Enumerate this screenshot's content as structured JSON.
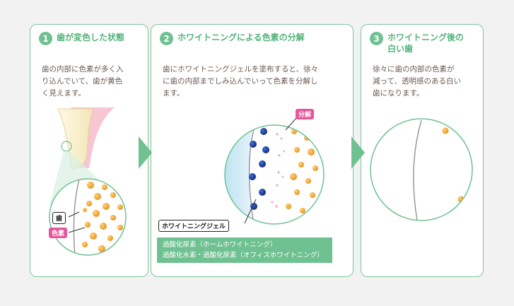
{
  "steps": [
    {
      "num": "1",
      "title": "歯が変色した状態",
      "desc": [
        "歯の内部に色素が多く入",
        "り込んでいて、歯が黄色",
        "く見えます。"
      ]
    },
    {
      "num": "2",
      "title": "ホワイトニングによる色素の分解",
      "desc": [
        "歯にホワイトニングジェルを塗布すると、徐々",
        "に歯の内部までしみ込んでいって色素を分解し",
        "ます。"
      ]
    },
    {
      "num": "3",
      "title": [
        "ホワイトニング後の",
        "白い歯"
      ],
      "desc": [
        "徐々に歯の内部の色素が",
        "減って、透明感のある白い",
        "歯になります。"
      ]
    }
  ],
  "labels": {
    "tooth": "歯",
    "pigment": "色素",
    "decompose": "分解",
    "gel": "ホワイトニングジェル"
  },
  "agents": [
    "過酸化尿素（ホームホワイトニング）",
    "過酸化水素・過酸化尿素（オフィスホワイトニング）"
  ],
  "colors": {
    "green": "#6fc191",
    "pink": "#e8569a",
    "orange": "#f0a531",
    "blue": "#1f3f9e"
  }
}
